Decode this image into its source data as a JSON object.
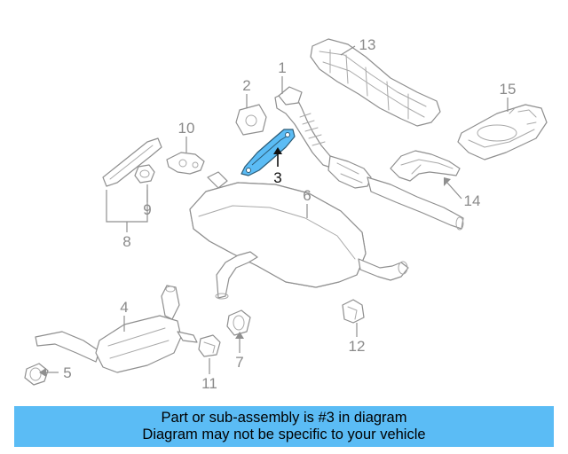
{
  "colors": {
    "highlight": "#5bbcf5",
    "banner": "#5bbcf5",
    "line": "#8f8f8f",
    "callout_text": "#8a8a8a",
    "active_text": "#111111"
  },
  "highlighted_part": "3",
  "callouts": [
    "1",
    "2",
    "3",
    "4",
    "5",
    "6",
    "7",
    "8",
    "9",
    "10",
    "11",
    "12",
    "13",
    "14",
    "15"
  ],
  "banner": {
    "line1": "Part or sub-assembly is #3 in diagram",
    "line2": "Diagram may not be specific to your vehicle"
  }
}
